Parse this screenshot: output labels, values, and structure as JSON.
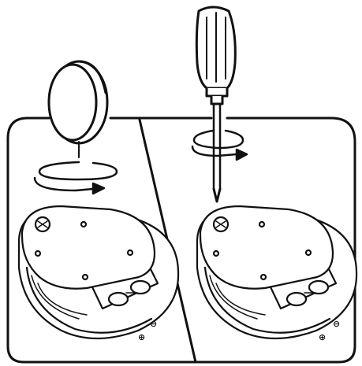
{
  "diagram": {
    "panels": [
      {
        "id": "left",
        "tool": "coin",
        "rotation": "counter-clockwise",
        "polarity": {
          "plus": "⊕",
          "minus": "⊖"
        }
      },
      {
        "id": "right",
        "tool": "screwdriver",
        "rotation": "counter-clockwise",
        "polarity": {
          "plus": "⊕",
          "minus": "⊖"
        }
      }
    ],
    "colors": {
      "line": "#111111",
      "background": "#ffffff"
    }
  }
}
